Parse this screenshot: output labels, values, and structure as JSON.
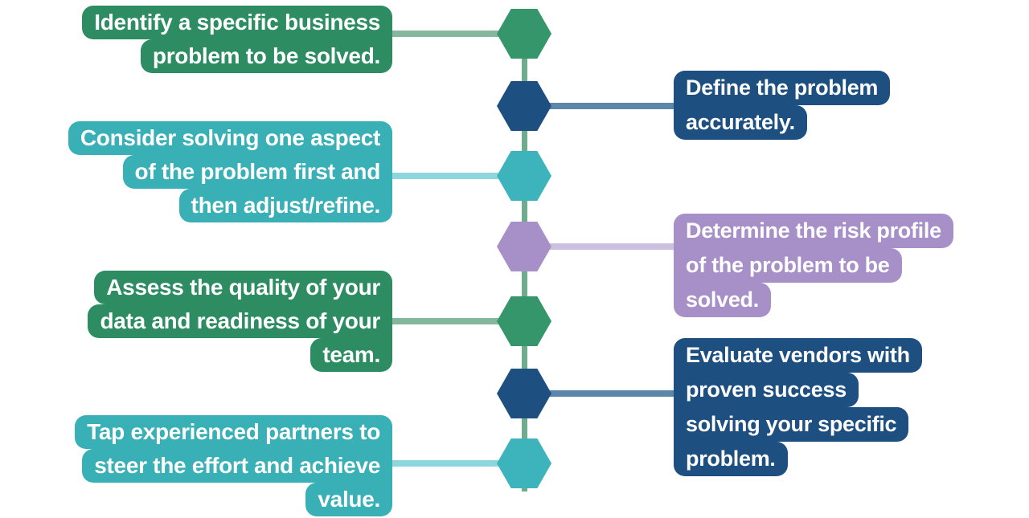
{
  "diagram": {
    "type": "hexagon-timeline-infographic",
    "spine_color": "#6dac8c",
    "text_color": "#ffffff"
  },
  "palette": {
    "green": "#2e8c62",
    "teal": "#39afb6",
    "blue": "#1d4f81",
    "purple": "#a78fc8",
    "hex_green": "#34966a",
    "hex_teal": "#3db4bc",
    "connector_green": "#84b79b",
    "connector_blue": "#5d87a8",
    "connector_teal": "#8ed6de",
    "connector_purple": "#cdbfdf"
  },
  "steps": [
    {
      "id": 1,
      "side": "left",
      "box_color": "#2e8c62",
      "node_color": "#34966a",
      "connector_color": "#84b79b",
      "lines": [
        "Identify a specific business",
        "problem to be solved."
      ]
    },
    {
      "id": 2,
      "side": "right",
      "box_color": "#1d4f81",
      "node_color": "#1d4f81",
      "connector_color": "#5d87a8",
      "lines": [
        "Define the problem",
        "accurately."
      ]
    },
    {
      "id": 3,
      "side": "left",
      "box_color": "#39afb6",
      "node_color": "#3db4bc",
      "connector_color": "#8ed6de",
      "lines": [
        "Consider solving one aspect",
        "of the problem first and",
        "then adjust/refine."
      ]
    },
    {
      "id": 4,
      "side": "right",
      "box_color": "#a78fc8",
      "node_color": "#a78fc8",
      "connector_color": "#cdbfdf",
      "lines": [
        "Determine the risk profile",
        "of the problem to be",
        "solved."
      ]
    },
    {
      "id": 5,
      "side": "left",
      "box_color": "#2e8c62",
      "node_color": "#34966a",
      "connector_color": "#84b79b",
      "lines": [
        "Assess the quality of your",
        "data and readiness of your",
        "team."
      ]
    },
    {
      "id": 6,
      "side": "right",
      "box_color": "#1d4f81",
      "node_color": "#1d4f81",
      "connector_color": "#5d87a8",
      "lines": [
        "Evaluate vendors with",
        "proven success",
        "solving your specific",
        "problem."
      ]
    },
    {
      "id": 7,
      "side": "left",
      "box_color": "#39afb6",
      "node_color": "#3db4bc",
      "connector_color": "#8ed6de",
      "lines": [
        "Tap experienced partners to",
        "steer the effort and achieve",
        "value."
      ]
    }
  ]
}
